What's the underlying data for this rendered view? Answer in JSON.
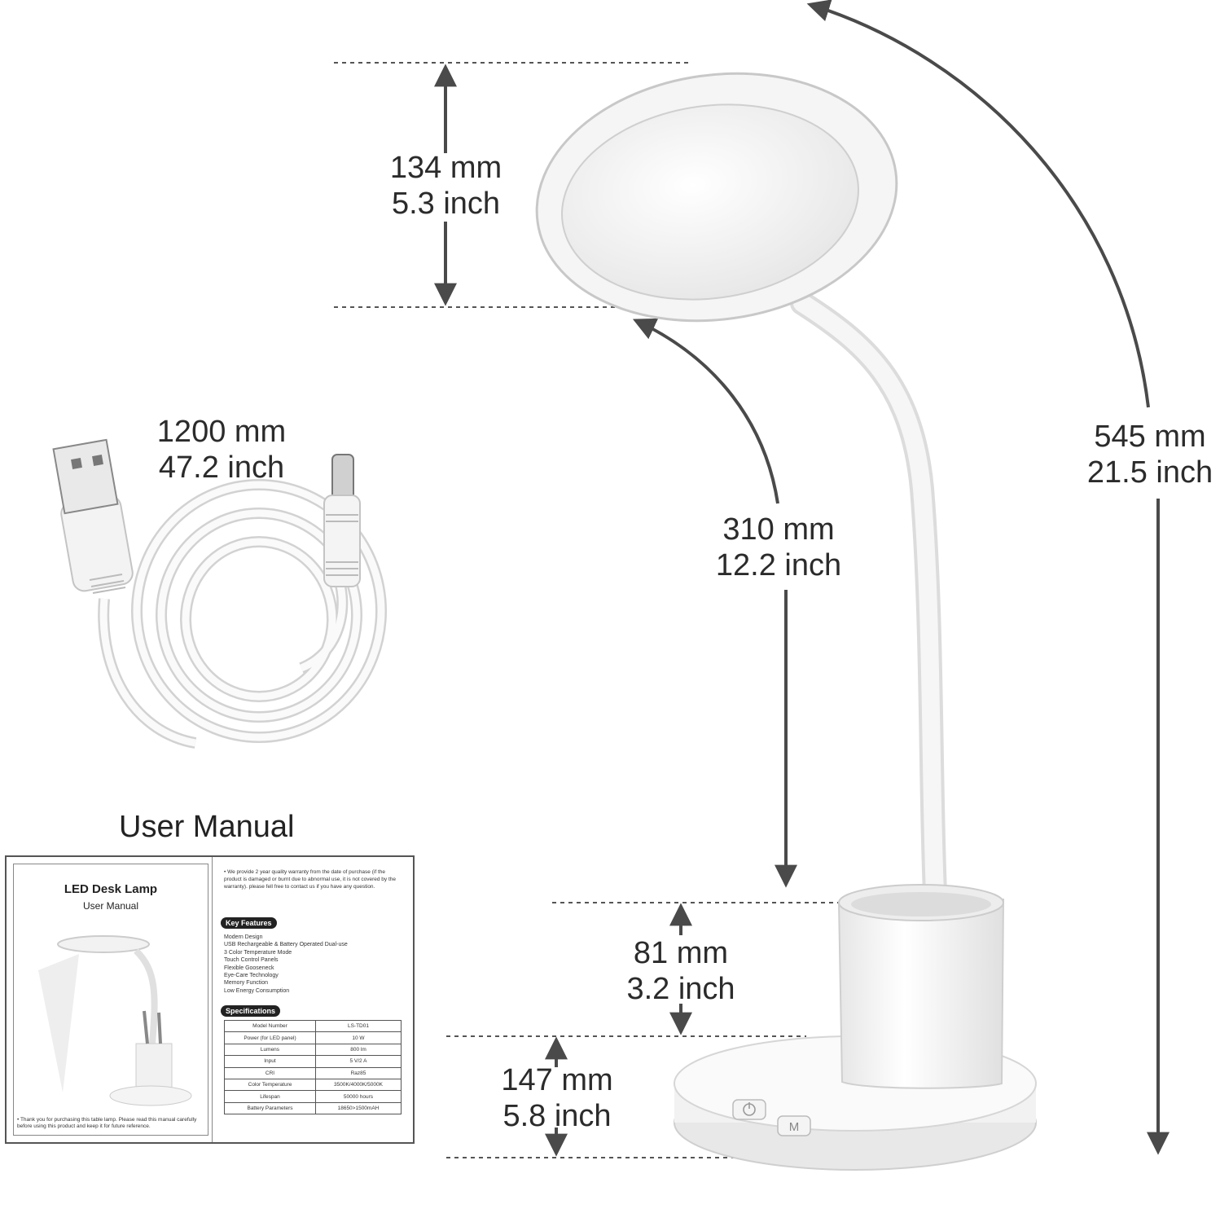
{
  "dimensions": {
    "head_height": {
      "mm": "134 mm",
      "inch": "5.3 inch"
    },
    "total_height": {
      "mm": "545 mm",
      "inch": "21.5 inch"
    },
    "gooseneck_length": {
      "mm": "310 mm",
      "inch": "12.2 inch"
    },
    "holder_height": {
      "mm": "81 mm",
      "inch": "3.2 inch"
    },
    "base_diameter": {
      "mm": "147 mm",
      "inch": "5.8 inch"
    },
    "cable_length": {
      "mm": "1200 mm",
      "inch": "47.2 inch"
    }
  },
  "manual": {
    "heading": "User Manual",
    "title": "LED Desk Lamp",
    "subtitle": "User Manual",
    "thank_you": "• Thank you for purchasing this table lamp. Please read this manual carefully before using this product and keep it for future reference.",
    "warranty": "• We provide 2 year quality warranty from the date of purchase (if the product is damaged or burnt due to abnormal use, it is not covered by the warranty). please fell free to contact us if you have any question.",
    "features_label": "Key Features",
    "features": [
      "Modern Design",
      "USB Rechargeable & Battery Operated Dual-use",
      "3 Color Temperature Mode",
      "Touch Control Panels",
      "Flexible Gooseneck",
      "Eye-Care Technology",
      "Memory Function",
      "Low Energy Consumption"
    ],
    "specs_label": "Specifications",
    "specs": [
      {
        "key": "Model Number",
        "value": "LS-TD01"
      },
      {
        "key": "Power (for LED panel)",
        "value": "10 W"
      },
      {
        "key": "Lumens",
        "value": "800 lm"
      },
      {
        "key": "Input",
        "value": "5 V/2 A"
      },
      {
        "key": "CRI",
        "value": "Raz85"
      },
      {
        "key": "Color Temperature",
        "value": "3500K/4000K/5000K"
      },
      {
        "key": "Lifespan",
        "value": "50000 hours"
      },
      {
        "key": "Battery Parameters",
        "value": "18650>1500mAH"
      }
    ]
  },
  "base_buttons": {
    "power_icon": "power-icon",
    "mode_label": "M"
  },
  "colors": {
    "arrow": "#4a4a4a",
    "lamp": "#f4f4f4",
    "lamp_edge": "#cfcfcf"
  }
}
